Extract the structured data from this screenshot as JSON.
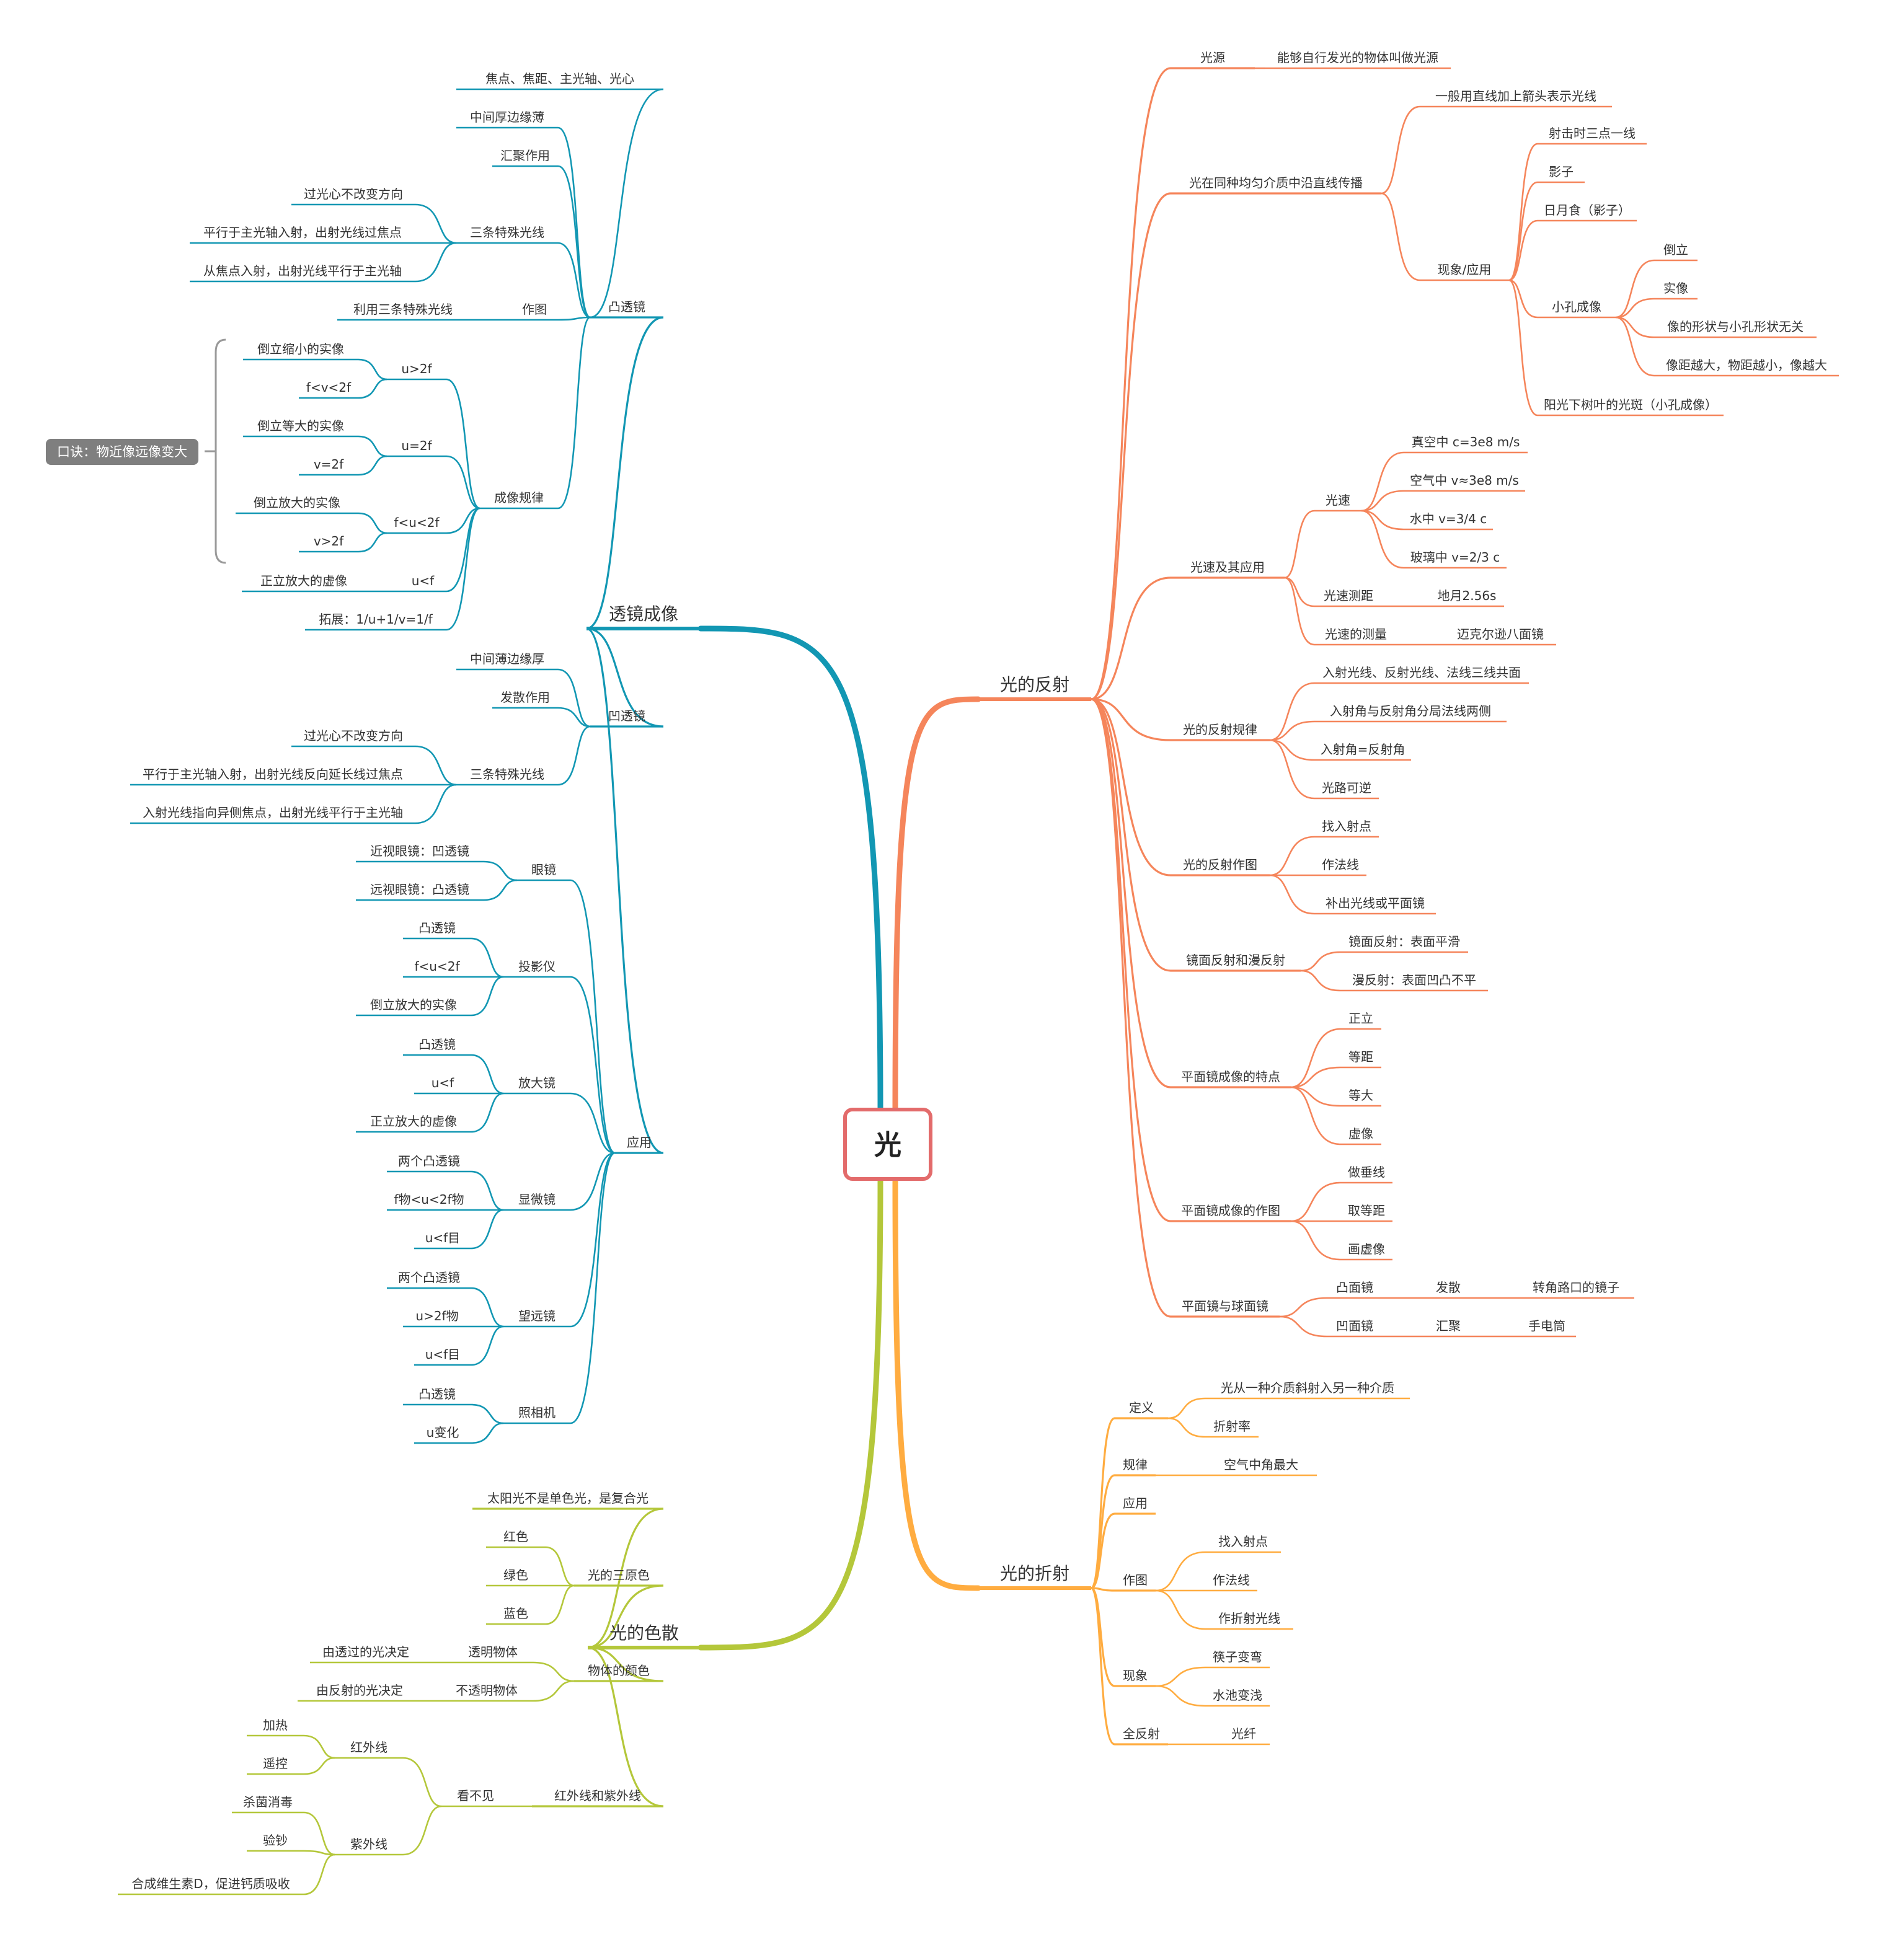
{
  "colors": {
    "reflect": "#F5855B",
    "lens": "#1297B3",
    "refract": "#FFAC40",
    "disperse": "#B4C73A",
    "center_border": "#E36B6B",
    "center_fill": "#FFFFFF",
    "tip_bg": "#7F7F7F",
    "text": "#333333"
  },
  "center": {
    "label": "光"
  },
  "tip": {
    "label": "口诀：物近像远像变大"
  },
  "nodes": {
    "r": "光的反射",
    "r1": "光源",
    "r1a": "能够自行发光的物体叫做光源",
    "r2": "光在同种均匀介质中沿直线传播",
    "r2a": "一般用直线加上箭头表示光线",
    "r2b": "现象/应用",
    "r2b1": "射击时三点一线",
    "r2b2": "影子",
    "r2b3": "日月食（影子）",
    "r2b4": "小孔成像",
    "r2b4a": "倒立",
    "r2b4b": "实像",
    "r2b4c": "像的形状与小孔形状无关",
    "r2b4d": "像距越大，物距越小，像越大",
    "r2b5": "阳光下树叶的光斑（小孔成像）",
    "r3": "光速及其应用",
    "r3a": "光速",
    "r3a1": "真空中 c=3e8 m/s",
    "r3a2": "空气中 v≈3e8 m/s",
    "r3a3": "水中 v=3/4 c",
    "r3a4": "玻璃中 v=2/3 c",
    "r3b": "光速测距",
    "r3b1": "地月2.56s",
    "r3c": "光速的测量",
    "r3c1": "迈克尔逊八面镜",
    "r4": "光的反射规律",
    "r4a": "入射光线、反射光线、法线三线共面",
    "r4b": "入射角与反射角分局法线两侧",
    "r4c": "入射角=反射角",
    "r4d": "光路可逆",
    "r5": "光的反射作图",
    "r5a": "找入射点",
    "r5b": "作法线",
    "r5c": "补出光线或平面镜",
    "r6": "镜面反射和漫反射",
    "r6a": "镜面反射：表面平滑",
    "r6b": "漫反射：表面凹凸不平",
    "r7": "平面镜成像的特点",
    "r7a": "正立",
    "r7b": "等距",
    "r7c": "等大",
    "r7d": "虚像",
    "r8": "平面镜成像的作图",
    "r8a": "做垂线",
    "r8b": "取等距",
    "r8c": "画虚像",
    "r9": "平面镜与球面镜",
    "r9a": "凸面镜",
    "r9a1": "发散",
    "r9a2": "转角路口的镜子",
    "r9b": "凹面镜",
    "r9b1": "汇聚",
    "r9b2": "手电筒",
    "f": "光的折射",
    "f1": "定义",
    "f1a": "光从一种介质斜射入另一种介质",
    "f1b": "折射率",
    "f2": "规律",
    "f2a": "空气中角最大",
    "f3": "应用",
    "f4": "作图",
    "f4a": "找入射点",
    "f4b": "作法线",
    "f4c": "作折射光线",
    "f5": "现象",
    "f5a": "筷子变弯",
    "f5b": "水池变浅",
    "f6": "全反射",
    "f6a": "光纤",
    "L": "透镜成像",
    "L1": "凸透镜",
    "L1a": "焦点、焦距、主光轴、光心",
    "L1b": "中间厚边缘薄",
    "L1c": "汇聚作用",
    "L1d": "三条特殊光线",
    "L1d1": "过光心不改变方向",
    "L1d2": "平行于主光轴入射，出射光线过焦点",
    "L1d3": "从焦点入射，出射光线平行于主光轴",
    "L1e": "作图",
    "L1e1": "利用三条特殊光线",
    "L1f": "成像规律",
    "L1f1": "u>2f",
    "L1f1a": "倒立缩小的实像",
    "L1f1b": "f<v<2f",
    "L1f2": "u=2f",
    "L1f2a": "倒立等大的实像",
    "L1f2b": "v=2f",
    "L1f3": "f<u<2f",
    "L1f3a": "倒立放大的实像",
    "L1f3b": "v>2f",
    "L1f4": "u<f",
    "L1f4a": "正立放大的虚像",
    "L1f5": "拓展：1/u+1/v=1/f",
    "L2": "凹透镜",
    "L2a": "中间薄边缘厚",
    "L2b": "发散作用",
    "L2c": "三条特殊光线",
    "L2c1": "过光心不改变方向",
    "L2c2": "平行于主光轴入射，出射光线反向延长线过焦点",
    "L2c3": "入射光线指向异侧焦点，出射光线平行于主光轴",
    "L3": "应用",
    "L3a": "眼镜",
    "L3a1": "近视眼镜：凹透镜",
    "L3a2": "远视眼镜：凸透镜",
    "L3b": "投影仪",
    "L3b1": "凸透镜",
    "L3b2": "f<u<2f",
    "L3b3": "倒立放大的实像",
    "L3c": "放大镜",
    "L3c1": "凸透镜",
    "L3c2": "u<f",
    "L3c3": "正立放大的虚像",
    "L3d": "显微镜",
    "L3d1": "两个凸透镜",
    "L3d2": "f物<u<2f物",
    "L3d3": "u<f目",
    "L3e": "望远镜",
    "L3e1": "两个凸透镜",
    "L3e2": "u>2f物",
    "L3e3": "u<f目",
    "L3f": "照相机",
    "L3f1": "凸透镜",
    "L3f2": "u变化",
    "D": "光的色散",
    "D1": "太阳光不是单色光，是复合光",
    "D2": "光的三原色",
    "D2a": "红色",
    "D2b": "绿色",
    "D2c": "蓝色",
    "D3": "物体的颜色",
    "D3a": "透明物体",
    "D3a1": "由透过的光决定",
    "D3b": "不透明物体",
    "D3b1": "由反射的光决定",
    "D4": "红外线和紫外线",
    "D4a": "看不见",
    "D4a1": "红外线",
    "D4a1a": "加热",
    "D4a1b": "遥控",
    "D4a2": "紫外线",
    "D4a2a": "杀菌消毒",
    "D4a2b": "验钞",
    "D4a2c": "合成维生素D，促进钙质吸收"
  }
}
